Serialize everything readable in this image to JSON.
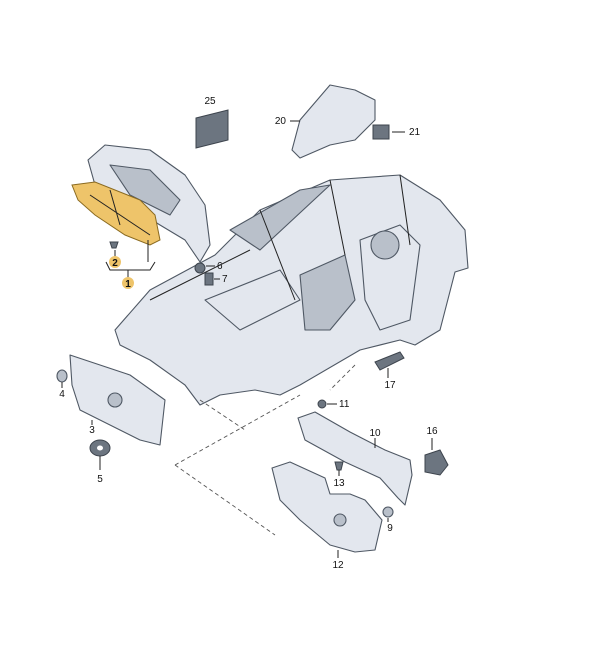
{
  "diagram": {
    "title": "",
    "part_labels": {
      "p1": "1",
      "p2": "2",
      "p3": "3",
      "p4": "4",
      "p5": "5",
      "p6": "6",
      "p7": "7",
      "p9": "9",
      "p10": "10",
      "p11": "11",
      "p12": "12",
      "p13": "13",
      "p16": "16",
      "p17": "17",
      "p20": "20",
      "p21": "21",
      "p25": "25"
    },
    "highlighted_parts": [
      "1",
      "2"
    ],
    "colors": {
      "highlight": "#eec46a",
      "body": "#e3e7ee",
      "outline": "#4f5864"
    }
  }
}
